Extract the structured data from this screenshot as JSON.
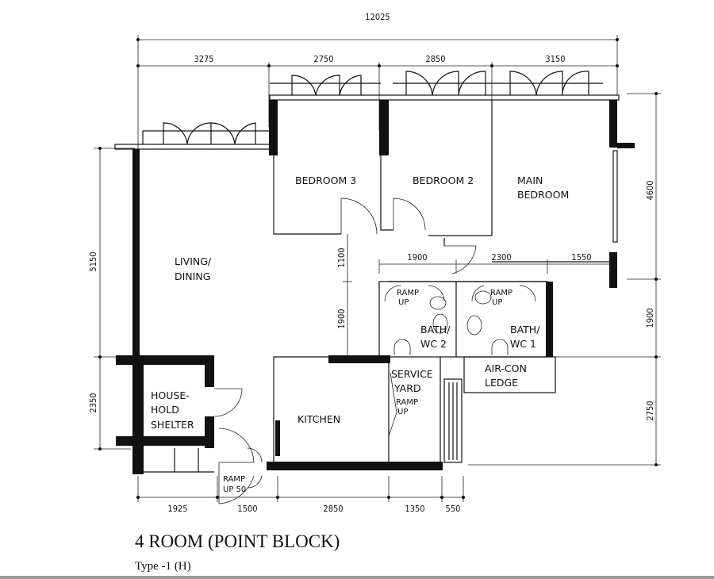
{
  "plan": {
    "title": "4 ROOM (POINT BLOCK)",
    "subtitle": "Type -1 (H)",
    "rooms": {
      "bedroom3": "BEDROOM 3",
      "bedroom2": "BEDROOM 2",
      "main_bedroom_1": "MAIN",
      "main_bedroom_2": "BEDROOM",
      "living_1": "LIVING/",
      "living_2": "DINING",
      "bath2_1": "BATH/",
      "bath2_2": "WC 2",
      "bath1_1": "BATH/",
      "bath1_2": "WC 1",
      "ramp_a_1": "RAMP",
      "ramp_a_2": "UP",
      "ramp_b_1": "RAMP",
      "ramp_b_2": "UP",
      "aircon_1": "AIR-CON",
      "aircon_2": "LEDGE",
      "shelter_1": "HOUSE-",
      "shelter_2": "HOLD",
      "shelter_3": "SHELTER",
      "kitchen": "KITCHEN",
      "service_1": "SERVICE",
      "service_2": "YARD",
      "service_ramp_1": "RAMP",
      "service_ramp_2": "UP",
      "entry_ramp_1": "RAMP",
      "entry_ramp_2": "UP 50"
    },
    "dimensions": {
      "overall": "12025",
      "top": [
        "3275",
        "2750",
        "2850",
        "3150"
      ],
      "bottom": [
        "1925",
        "1500",
        "2850",
        "1350",
        "550"
      ],
      "left": [
        "5150",
        "2350"
      ],
      "right": [
        "4600",
        "1900",
        "2750"
      ],
      "inner_vertical": [
        "1100",
        "1900"
      ],
      "inner_horizontal": [
        "1900",
        "2300",
        "1550"
      ]
    }
  }
}
